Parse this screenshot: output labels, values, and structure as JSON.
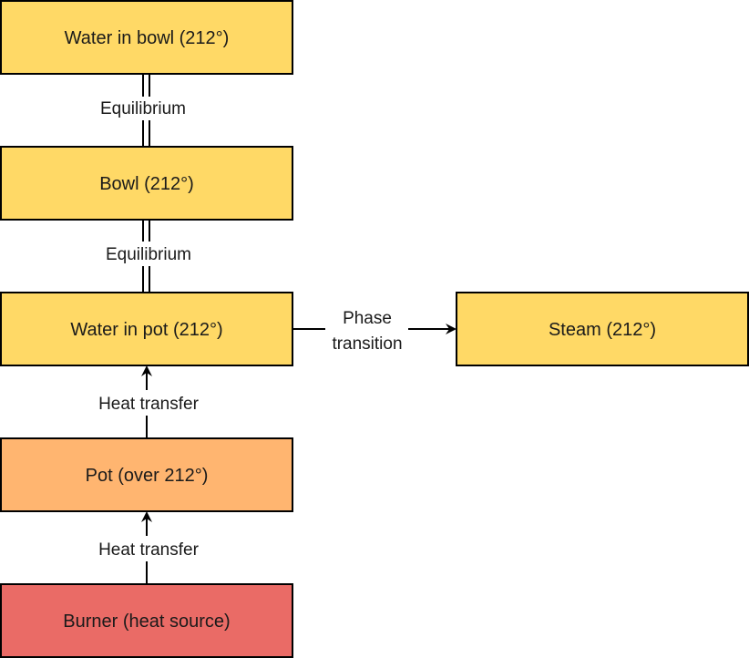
{
  "nodes": [
    {
      "id": "water-bowl",
      "label": "Water in bowl (212°)",
      "fill": "#FFD966"
    },
    {
      "id": "bowl",
      "label": "Bowl (212°)",
      "fill": "#FFD966"
    },
    {
      "id": "water-pot",
      "label": "Water in pot (212°)",
      "fill": "#FFD966"
    },
    {
      "id": "steam",
      "label": "Steam (212°)",
      "fill": "#FFD966"
    },
    {
      "id": "pot",
      "label": "Pot (over 212°)",
      "fill": "#FFB570"
    },
    {
      "id": "burner",
      "label": "Burner (heat source)",
      "fill": "#EA6B66"
    }
  ],
  "edges": [
    {
      "from": "bowl",
      "to": "water-bowl",
      "label": "Equilibrium",
      "style": "double-line"
    },
    {
      "from": "water-pot",
      "to": "bowl",
      "label": "Equilibrium",
      "style": "double-line"
    },
    {
      "from": "water-pot",
      "to": "steam",
      "label_lines": [
        "Phase",
        "transition"
      ],
      "style": "arrow"
    },
    {
      "from": "pot",
      "to": "water-pot",
      "label": "Heat transfer",
      "style": "arrow"
    },
    {
      "from": "burner",
      "to": "pot",
      "label": "Heat transfer",
      "style": "arrow"
    }
  ],
  "colors": {
    "stroke": "#000000",
    "background": "#ffffff"
  }
}
